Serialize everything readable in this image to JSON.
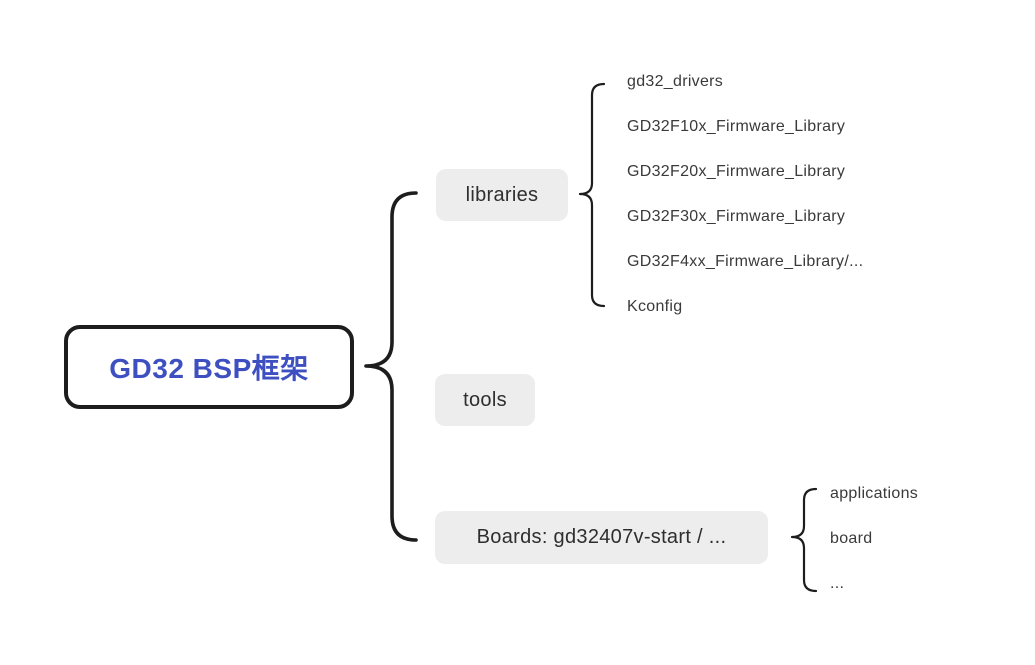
{
  "root": {
    "label": "GD32 BSP框架"
  },
  "branches": [
    {
      "label": "libraries",
      "children": [
        "gd32_drivers",
        "GD32F10x_Firmware_Library",
        "GD32F20x_Firmware_Library",
        "GD32F30x_Firmware_Library",
        "GD32F4xx_Firmware_Library/...",
        "Kconfig"
      ]
    },
    {
      "label": "tools",
      "children": []
    },
    {
      "label": "Boards: gd32407v-start / ...",
      "children": [
        "applications",
        "board",
        "..."
      ]
    }
  ],
  "colors": {
    "root-text": "#3e50c1",
    "line": "#1d1d1d",
    "node-bg": "#ededed",
    "node-text": "#2e2e2e",
    "child-text": "#3a3a3a",
    "background": "#ffffff"
  }
}
